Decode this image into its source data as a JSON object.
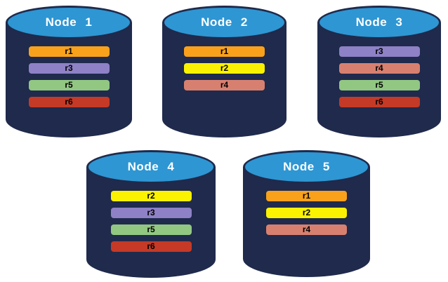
{
  "diagram": {
    "background_color": "#FFFFFF",
    "cylinder": {
      "body_color": "#1F2A4C",
      "top_color": "#2E96D3",
      "title_color": "#FFFFFF",
      "bar_text_color": "#000000"
    },
    "replica_colors": {
      "r1": "#F9A11B",
      "r2": "#FAF200",
      "r3": "#8E81C6",
      "r4": "#D8806F",
      "r5": "#92C782",
      "r6": "#C43A26"
    },
    "nodes": [
      {
        "label": "Node 1",
        "replicas": [
          "r1",
          "r3",
          "r5",
          "r6"
        ]
      },
      {
        "label": "Node 2",
        "replicas": [
          "r1",
          "r2",
          "r4"
        ]
      },
      {
        "label": "Node 3",
        "replicas": [
          "r3",
          "r4",
          "r5",
          "r6"
        ]
      },
      {
        "label": "Node 4",
        "replicas": [
          "r2",
          "r3",
          "r5",
          "r6"
        ]
      },
      {
        "label": "Node 5",
        "replicas": [
          "r1",
          "r2",
          "r4"
        ]
      }
    ]
  }
}
